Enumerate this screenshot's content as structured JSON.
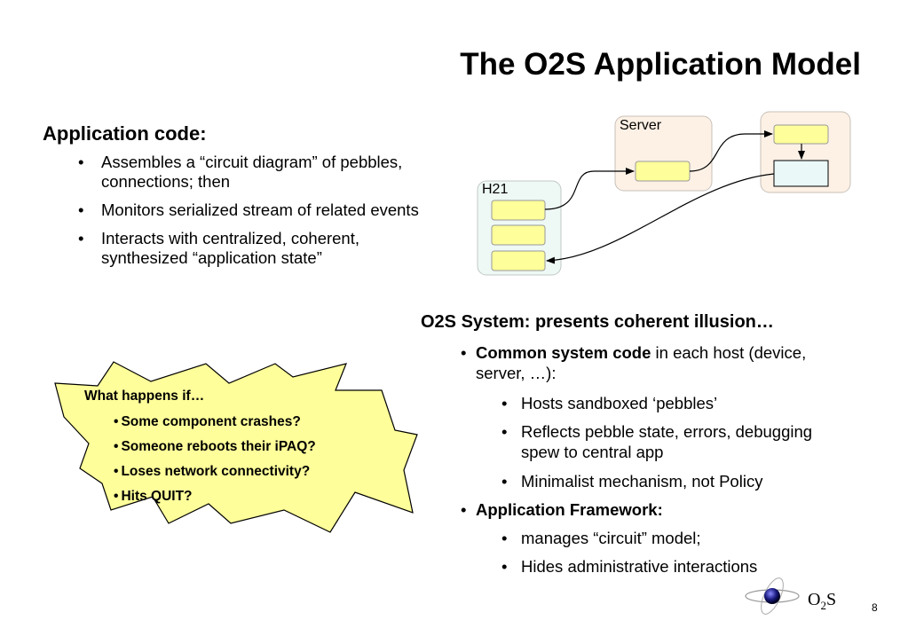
{
  "slide": {
    "title": "The O2S Application Model",
    "page_number": "8"
  },
  "left": {
    "heading": "Application code:",
    "bullets": [
      "Assembles a “circuit diagram” of pebbles, connections; then",
      "Monitors serialized stream of related events",
      "Interacts with centralized, coherent, synthesized “application state”"
    ]
  },
  "diagram": {
    "server_label": "Server",
    "h21_label": "H21",
    "colors": {
      "server_fill": "#fdf1e6",
      "h21_fill": "#eef8f4",
      "pebble_fill": "#fefe9a",
      "app_fill": "#eaf8f8"
    }
  },
  "burst": {
    "heading": "What happens if…",
    "items": [
      "Some component crashes?",
      "Someone reboots their iPAQ?",
      "Loses network connectivity?",
      "Hits QUIT?"
    ],
    "fill": "#fefe9a"
  },
  "right": {
    "heading": "O2S System: presents coherent illusion…",
    "common_bold": "Common system code",
    "common_rest_1": " in each host (device,",
    "common_rest_2": "server, …):",
    "sub_items": [
      "Hosts sandboxed ‘pebbles’",
      "Reflects pebble state, errors, debugging",
      "Minimalist mechanism, not Policy"
    ],
    "sub_item_2_cont": "spew to central app",
    "framework": "Application Framework:",
    "framework_items": [
      "manages “circuit” model;",
      "Hides administrative interactions"
    ]
  },
  "logo": {
    "text_o": "O",
    "text_sub": "2",
    "text_s": "S",
    "icon": "globe-orbit-icon"
  }
}
